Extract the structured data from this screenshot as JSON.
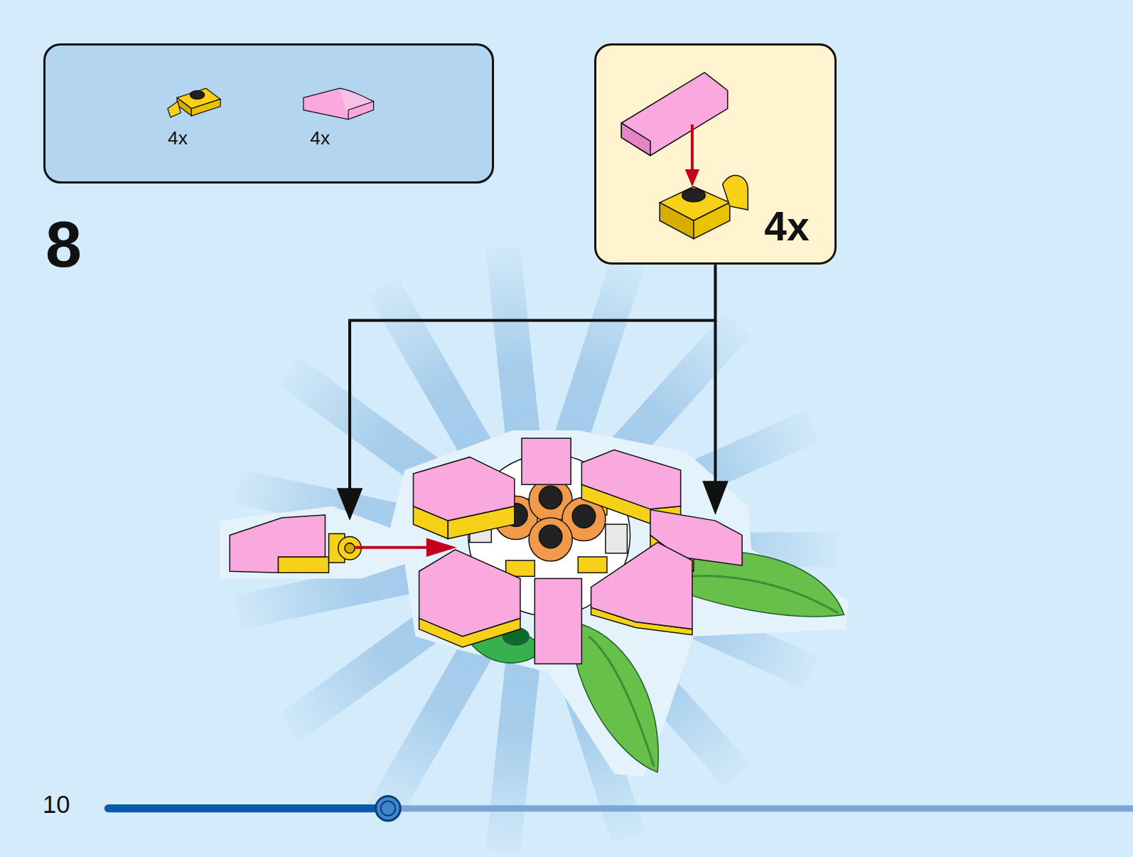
{
  "diagram": {
    "nodes": [
      {
        "text": [
          "4x",
          "4x"
        ]
      },
      {
        "text": [
          "4x"
        ]
      }
    ],
    "labels": [
      "8",
      "10"
    ]
  }
}
